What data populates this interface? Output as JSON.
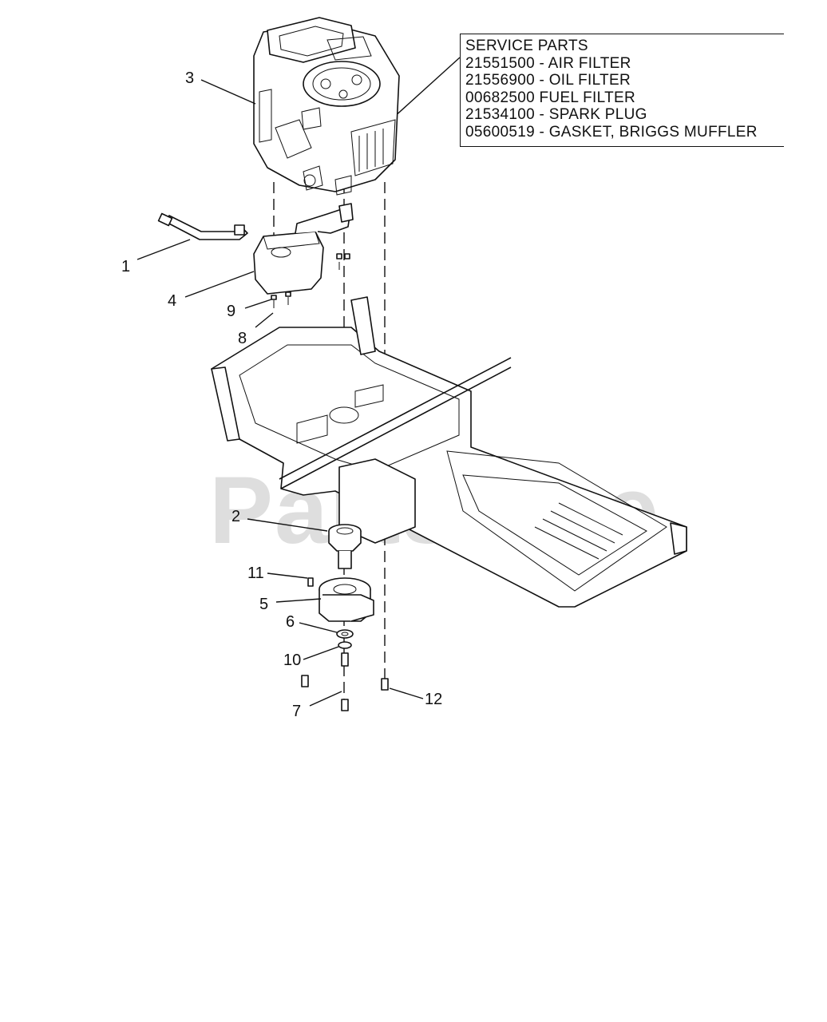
{
  "service_parts": {
    "title": "SERVICE PARTS",
    "items": [
      "21551500 - AIR FILTER",
      "21556900 - OIL FILTER",
      "00682500   FUEL FILTER",
      "21534100 - SPARK PLUG",
      "05600519 - GASKET, BRIGGS MUFFLER"
    ]
  },
  "callouts": [
    "1",
    "2",
    "3",
    "4",
    "5",
    "6",
    "7",
    "8",
    "9",
    "10",
    "11",
    "12"
  ],
  "watermark": "PartsTree"
}
